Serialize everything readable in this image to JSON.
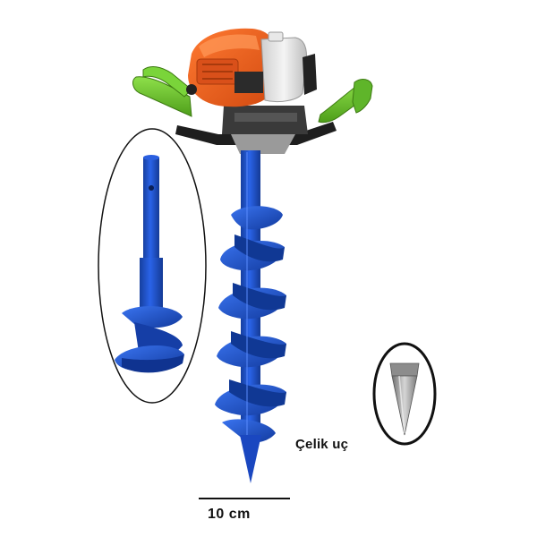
{
  "product": {
    "tip_caption": "Çelik uç",
    "scale_caption": "10 cm"
  },
  "colors": {
    "auger_blue": "#1d4fd6",
    "auger_blue_dark": "#123a9e",
    "engine_orange": "#f0621e",
    "handle_green": "#6fc52a",
    "steel_grey": "#a9a9a9"
  },
  "icons": {
    "engine": "gas-engine-icon",
    "auger": "spiral-auger-bit",
    "auger_detail": "auger-detail-callout",
    "steel_tip": "steel-cone-tip"
  }
}
